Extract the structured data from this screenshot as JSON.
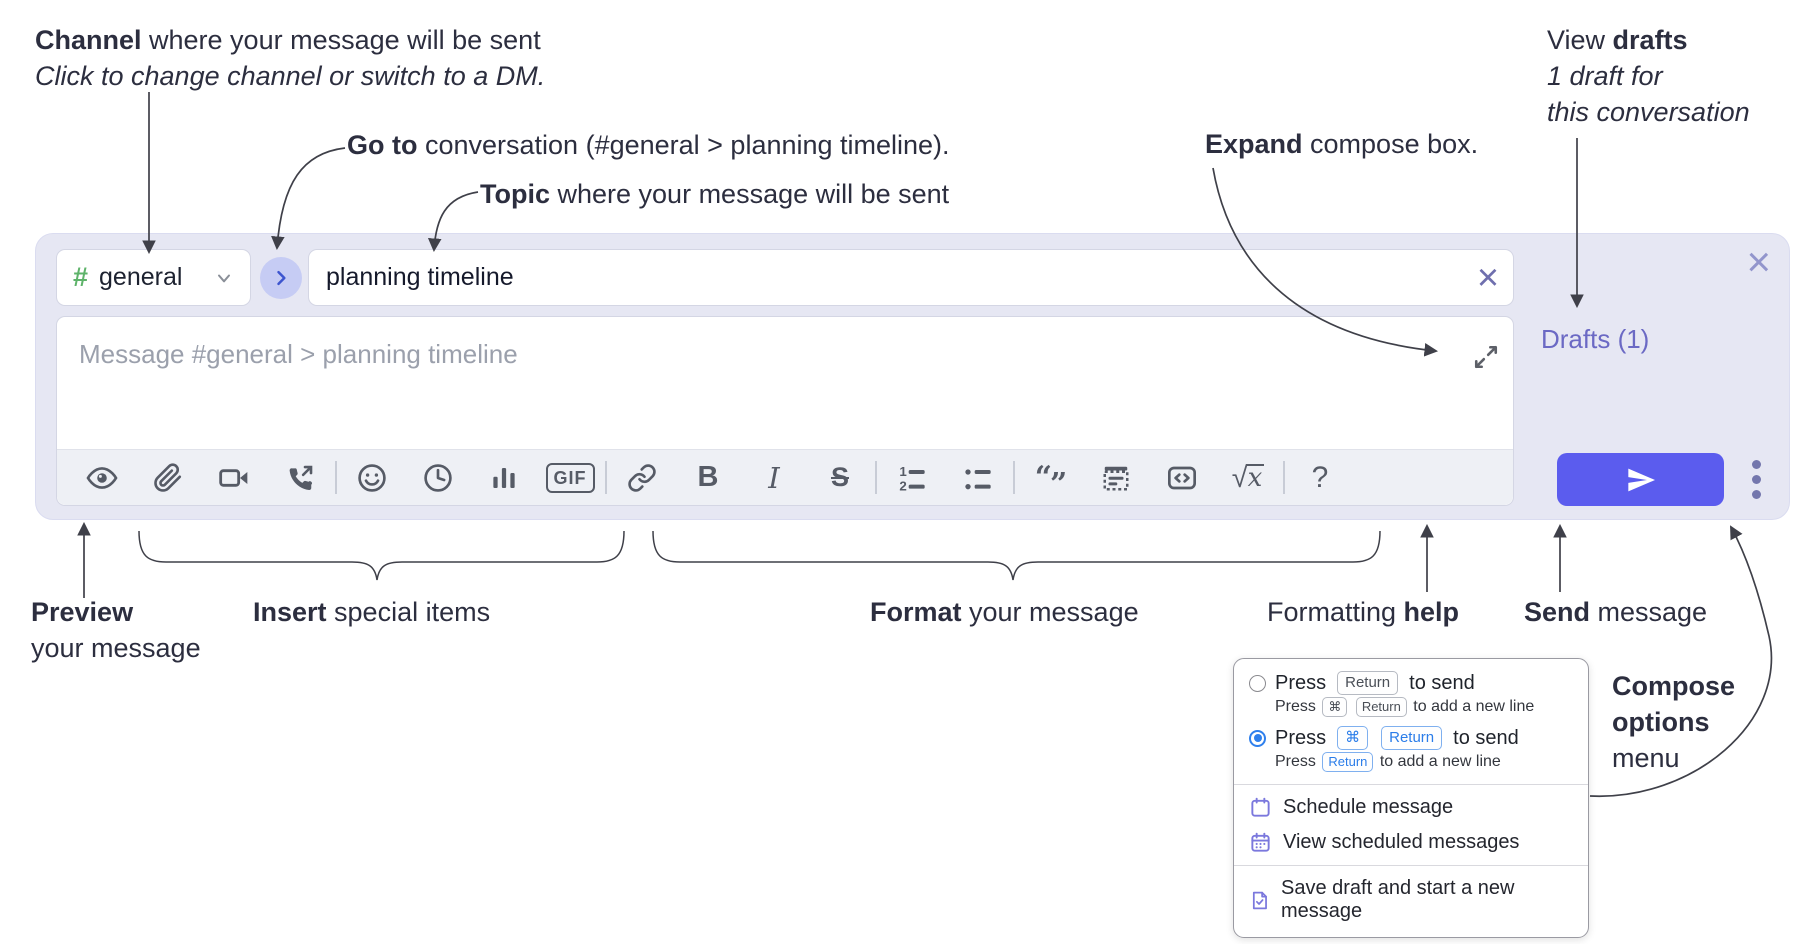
{
  "annotations": {
    "channel_line1_bold": "Channel",
    "channel_line1_rest": " where your message will be sent",
    "channel_line2": "Click to change channel or switch to a DM.",
    "goto_bold": "Go to",
    "goto_rest": " conversation (#general > planning timeline).",
    "topic_bold": "Topic",
    "topic_rest": " where your message will be sent",
    "expand_bold": "Expand",
    "expand_rest": " compose box.",
    "drafts_line1_pre": "View ",
    "drafts_line1_bold": "drafts",
    "drafts_line2": "1 draft for",
    "drafts_line3": "this conversation",
    "preview_bold": "Preview",
    "preview_line2": "your message",
    "insert_bold": "Insert",
    "insert_rest": " special items",
    "format_bold": "Format",
    "format_rest": " your message",
    "help_pre": "Formatting ",
    "help_bold": "help",
    "send_bold": "Send",
    "send_rest": " message",
    "compose_opts_line1": "Compose",
    "compose_opts_line2": "options",
    "compose_opts_line3": "menu"
  },
  "compose": {
    "channel_hash": "#",
    "channel_name": "general",
    "topic_value": "planning timeline",
    "clear_x": "×",
    "close_x": "×",
    "message_placeholder": "Message #general > planning timeline",
    "drafts_label": "Drafts (1)",
    "toolbar": {
      "bold": "B",
      "italic": "I",
      "strike": "S",
      "gif": "GIF",
      "list_num_1": "1",
      "list_num_2": "2",
      "quote_open": "“",
      "quote_close": "”",
      "sqrt": "√",
      "math_var": "x",
      "help": "?"
    },
    "toolbar_icon_names": [
      "preview-eye",
      "attach-paperclip",
      "start-video-call",
      "start-voice-call",
      "emoji",
      "add-global-time",
      "add-poll",
      "add-gif",
      "link",
      "bold",
      "italic",
      "strikethrough",
      "numbered-list",
      "bulleted-list",
      "quote",
      "spoiler",
      "code",
      "math-latex",
      "message-formatting-help"
    ]
  },
  "menu": {
    "press": "Press",
    "return_key": "Return",
    "cmd_key": "⌘",
    "to_send": "to send",
    "to_newline": "to add a new line",
    "items": [
      "Schedule message",
      "View scheduled messages",
      "Save draft and start a new message"
    ]
  },
  "colors": {
    "compose_bg": "#e6e7f3",
    "send_button": "#5b5cee",
    "drafts_link": "#6b69c4",
    "hash_green": "#5eb36a",
    "radio_selected": "#2f80ed",
    "kbd_blue": "#2b7de9",
    "menu_icon_purple": "#7b78dd",
    "toolbar_icon_gray": "#565b66"
  }
}
